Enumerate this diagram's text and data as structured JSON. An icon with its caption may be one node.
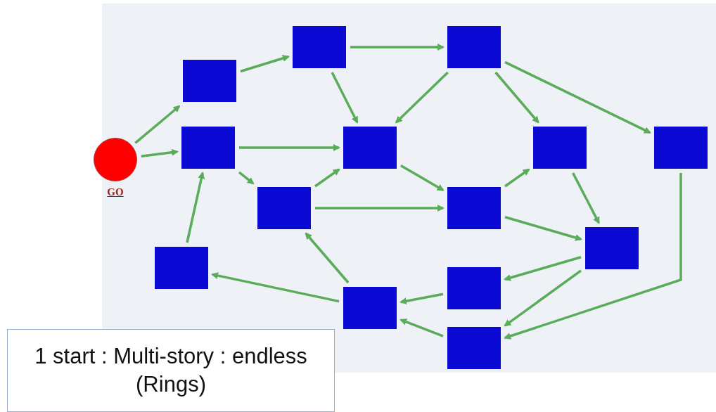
{
  "diagram": {
    "caption": "1 start : Multi-story : endless (Rings)",
    "nodes": [
      {
        "text": [
          "GO"
        ]
      },
      {
        "text": [],
        "shape": "box"
      },
      {
        "text": [],
        "shape": "box"
      },
      {
        "text": [],
        "shape": "box"
      },
      {
        "text": [],
        "shape": "box"
      },
      {
        "text": [],
        "shape": "box"
      },
      {
        "text": [],
        "shape": "box"
      },
      {
        "text": [],
        "shape": "box"
      },
      {
        "text": [],
        "shape": "box"
      },
      {
        "text": [],
        "shape": "box"
      },
      {
        "text": [],
        "shape": "box"
      },
      {
        "text": [],
        "shape": "box"
      },
      {
        "text": [],
        "shape": "box"
      },
      {
        "text": [],
        "shape": "box"
      },
      {
        "text": [],
        "shape": "box"
      }
    ],
    "edges": [
      {
        "from": 0,
        "to": 1,
        "arrow": "to"
      },
      {
        "from": 0,
        "to": 4,
        "arrow": "to"
      },
      {
        "from": 1,
        "to": 2,
        "arrow": "to"
      },
      {
        "from": 2,
        "to": 3,
        "arrow": "to"
      },
      {
        "from": 2,
        "to": 5,
        "arrow": "to"
      },
      {
        "from": 3,
        "to": 5,
        "arrow": "to"
      },
      {
        "from": 3,
        "to": 6,
        "arrow": "to"
      },
      {
        "from": 3,
        "to": 7,
        "arrow": "to"
      },
      {
        "from": 4,
        "to": 5,
        "arrow": "to"
      },
      {
        "from": 4,
        "to": 8,
        "arrow": "to"
      },
      {
        "from": 8,
        "to": 5,
        "arrow": "to"
      },
      {
        "from": 8,
        "to": 9,
        "arrow": "to"
      },
      {
        "from": 5,
        "to": 9,
        "arrow": "to"
      },
      {
        "from": 9,
        "to": 6,
        "arrow": "to"
      },
      {
        "from": 6,
        "to": 10,
        "arrow": "to"
      },
      {
        "from": 9,
        "to": 10,
        "arrow": "to"
      },
      {
        "from": 10,
        "to": 12,
        "arrow": "to"
      },
      {
        "from": 10,
        "to": 14,
        "arrow": "to"
      },
      {
        "from": 7,
        "to": 14,
        "arrow": "to"
      },
      {
        "from": 12,
        "to": 13,
        "arrow": "to"
      },
      {
        "from": 14,
        "to": 13,
        "arrow": "to"
      },
      {
        "from": 13,
        "to": 8,
        "arrow": "to"
      },
      {
        "from": 13,
        "to": 11,
        "arrow": "to"
      },
      {
        "from": 11,
        "to": 4,
        "arrow": "to"
      }
    ]
  }
}
